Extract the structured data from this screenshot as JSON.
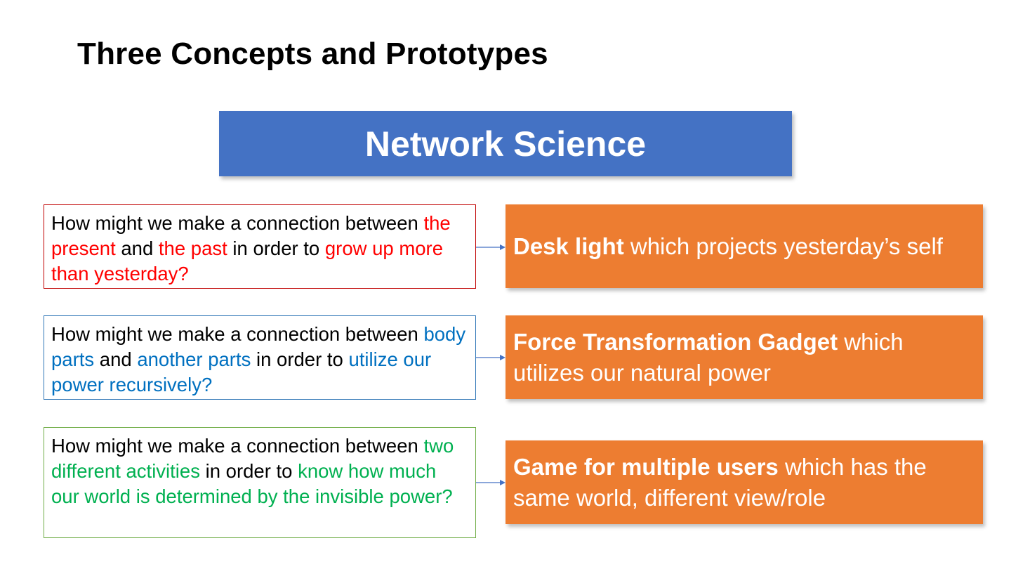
{
  "slide": {
    "title": "Three Concepts and Prototypes",
    "banner": "Network Science"
  },
  "colors": {
    "banner": "#4472C4",
    "idea_box": "#ED7D31",
    "red": "#FF0000",
    "blue": "#0070C0",
    "green": "#00B050"
  },
  "questions": [
    {
      "p1": "How might we make a connection between ",
      "h1": "the present",
      "p2": " and ",
      "h2": "the past",
      "p3": " in order to ",
      "h3": "grow up more than yesterday?"
    },
    {
      "p1": "How might we make a connection between ",
      "h1": "body parts",
      "p2": " and ",
      "h2": "another parts",
      "p3": " in order to ",
      "h3": "utilize our power recursively?"
    },
    {
      "p1": "How might we make a connection between ",
      "h1": "two different activities",
      "p2": " in order to ",
      "h2": "know how much our world is determined by the invisible power?"
    }
  ],
  "ideas": [
    {
      "bold": "Desk light",
      "rest": " which projects yesterday’s self"
    },
    {
      "bold": "Force Transformation Gadget",
      "rest": " which utilizes our natural power"
    },
    {
      "bold": "Game for multiple users",
      "rest": " which has the same world, different view/role"
    }
  ]
}
